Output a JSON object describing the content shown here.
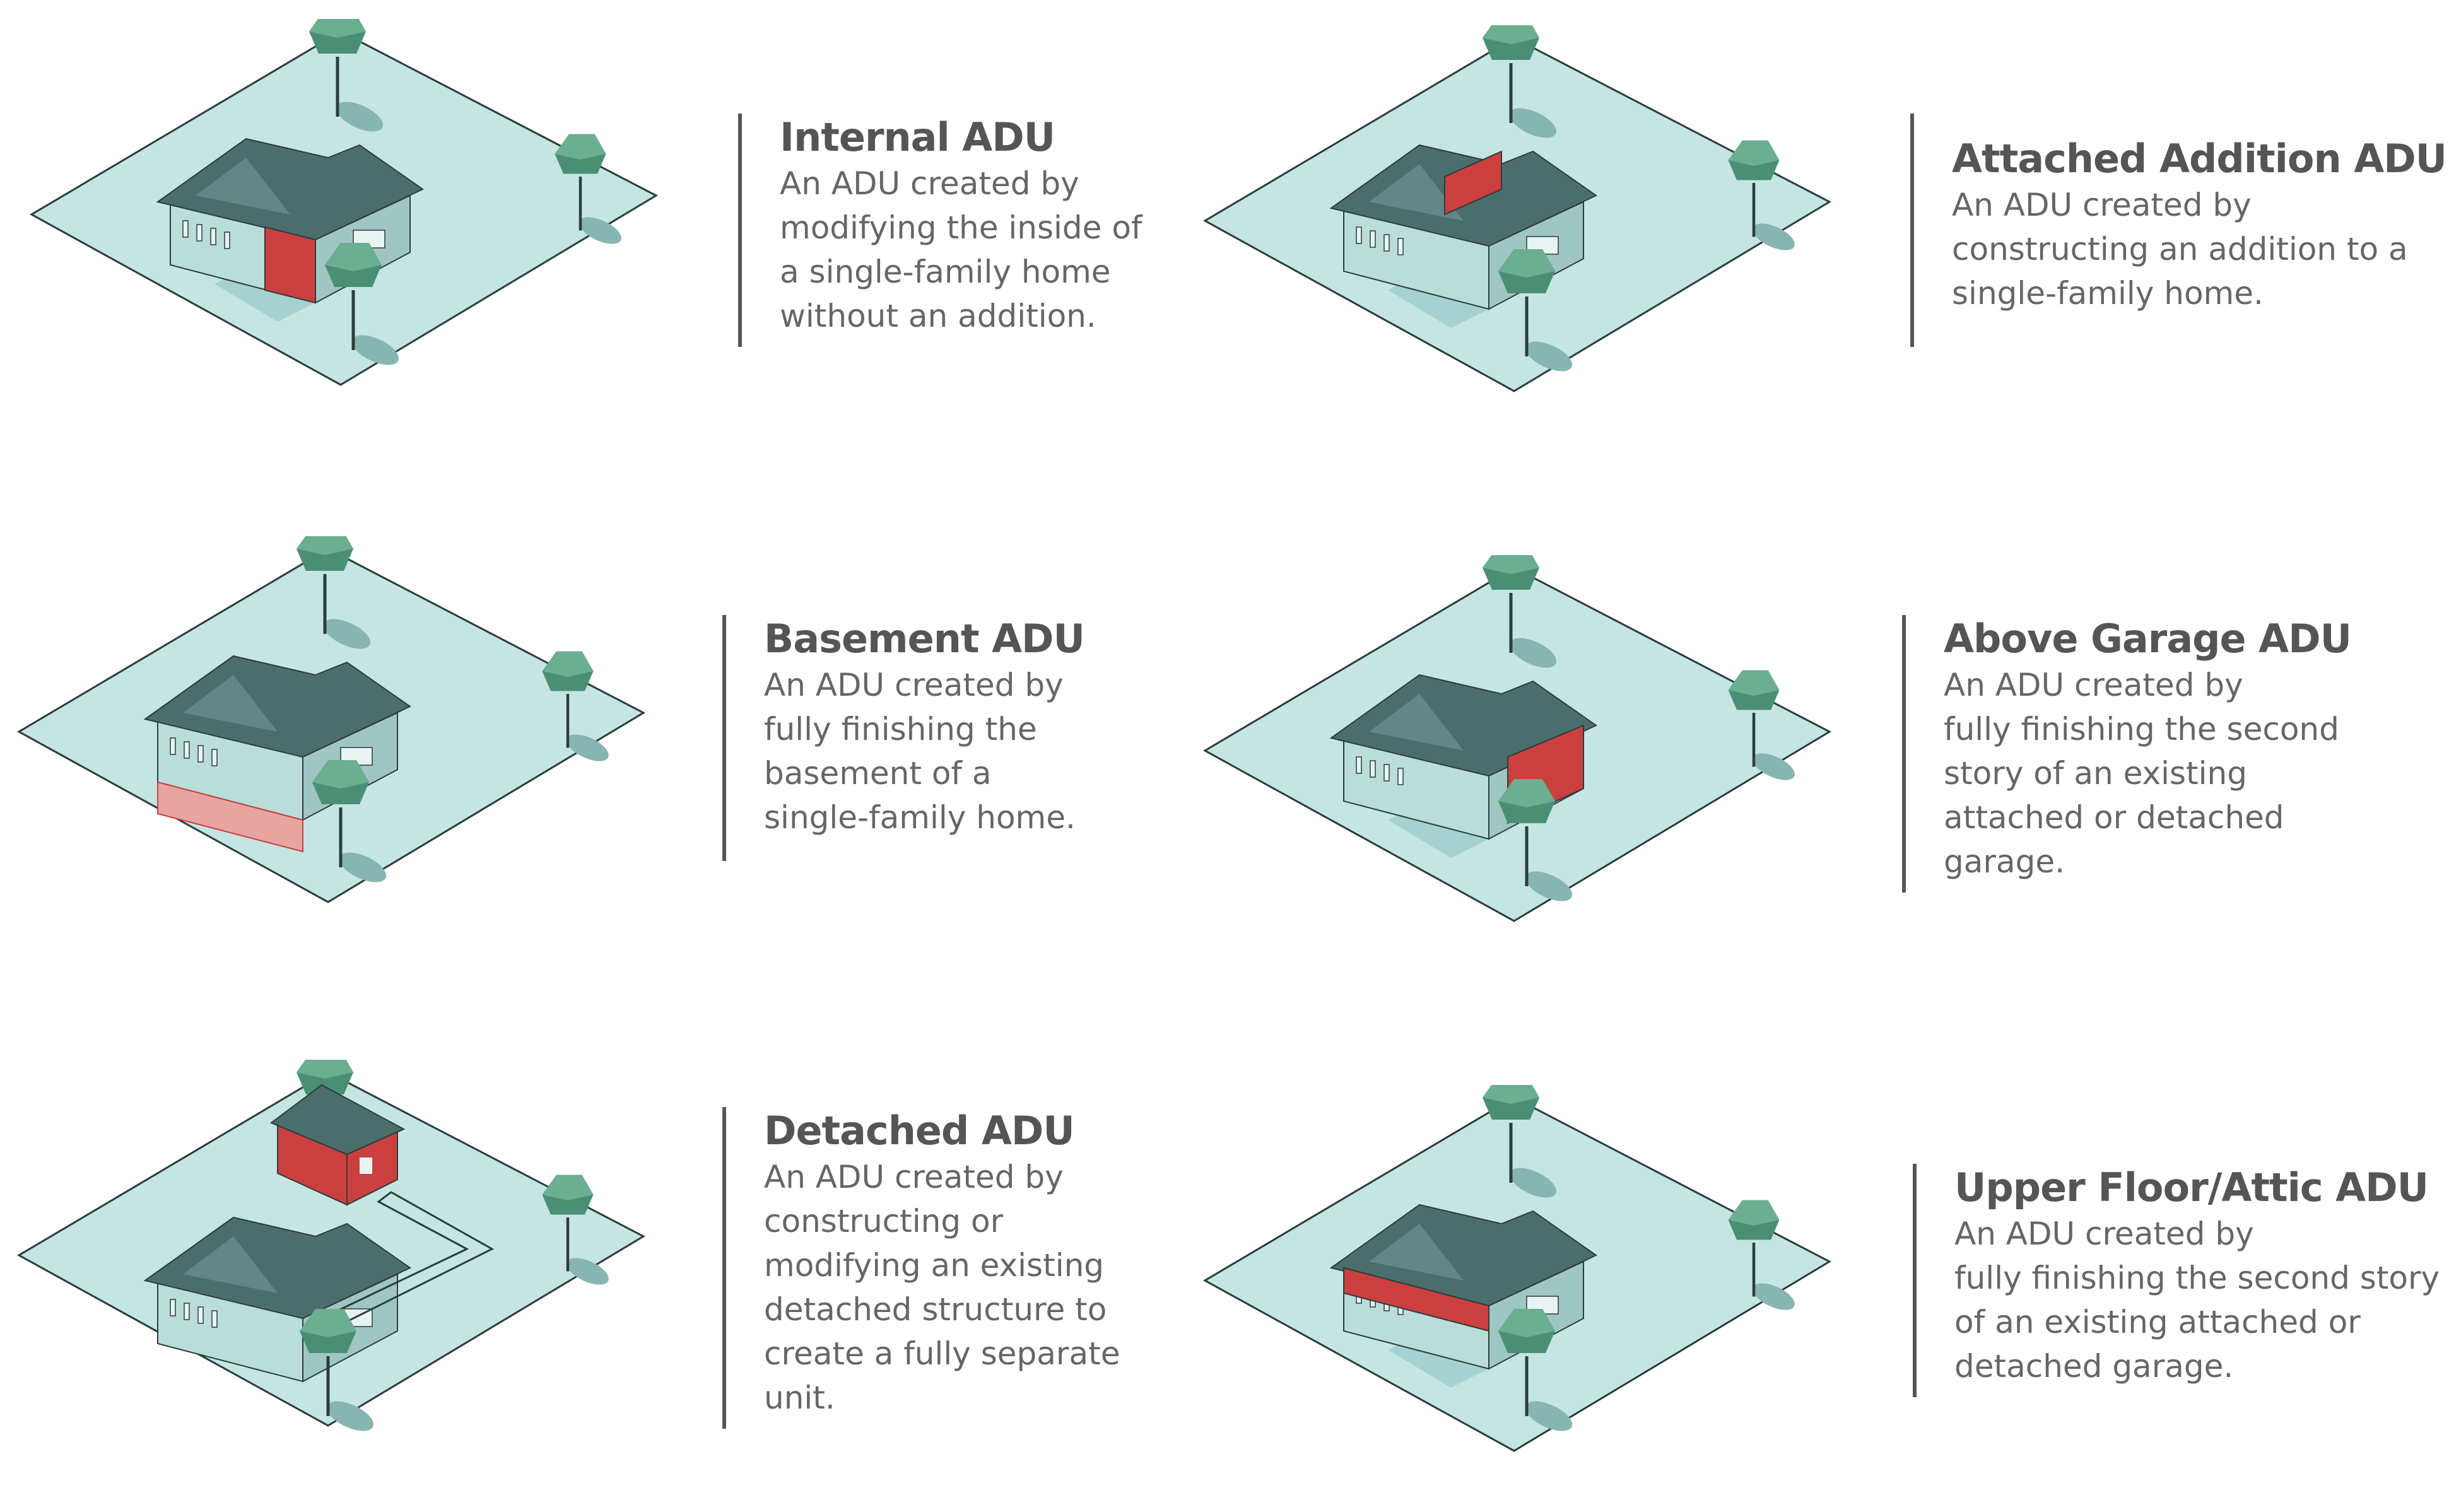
{
  "colors": {
    "lot": "#c5e5e3",
    "lot_outline": "#2b3d3d",
    "path": "#a6d1d1",
    "tree_canopy": "#4a8f74",
    "tree_canopy_light": "#6bae90",
    "tree_shadow": "#87b5b1",
    "roof_dark": "#4b6e6c",
    "roof_light": "#628785",
    "wall": "#b9ddd8",
    "wall_shade": "#9fc6c2",
    "adu_red": "#cc3f3f",
    "adu_red_light": "#e7a5a1",
    "window": "#e8f4f3",
    "heading": "#555555",
    "body": "#666666",
    "divider": "#555555"
  },
  "panels": [
    {
      "id": "internal",
      "title": "Internal ADU",
      "lines": [
        "An ADU created by",
        "modifying the inside of",
        "a single-family home",
        "without an addition."
      ],
      "icon": "internal-adu-house-icon"
    },
    {
      "id": "attached",
      "title": "Attached Addition ADU",
      "lines": [
        "An ADU created by",
        "constructing an addition to a",
        "single-family home."
      ],
      "icon": "attached-adu-house-icon"
    },
    {
      "id": "basement",
      "title": "Basement ADU",
      "lines": [
        "An ADU created by",
        "fully finishing the",
        "basement of a",
        "single-family home."
      ],
      "icon": "basement-adu-house-icon"
    },
    {
      "id": "garage",
      "title": "Above Garage ADU",
      "lines": [
        "An ADU created by",
        "fully finishing the second",
        "story of an existing",
        "attached or detached",
        "garage."
      ],
      "icon": "above-garage-adu-house-icon"
    },
    {
      "id": "detached",
      "title": "Detached ADU",
      "lines": [
        "An ADU created by",
        "constructing or",
        "modifying an existing",
        "detached structure to",
        "create a fully separate",
        "unit."
      ],
      "icon": "detached-adu-house-icon"
    },
    {
      "id": "attic",
      "title": "Upper Floor/Attic ADU",
      "lines": [
        "An ADU created by",
        "fully finishing the second story",
        "of an existing attached or",
        "detached garage."
      ],
      "icon": "attic-adu-house-icon"
    }
  ]
}
